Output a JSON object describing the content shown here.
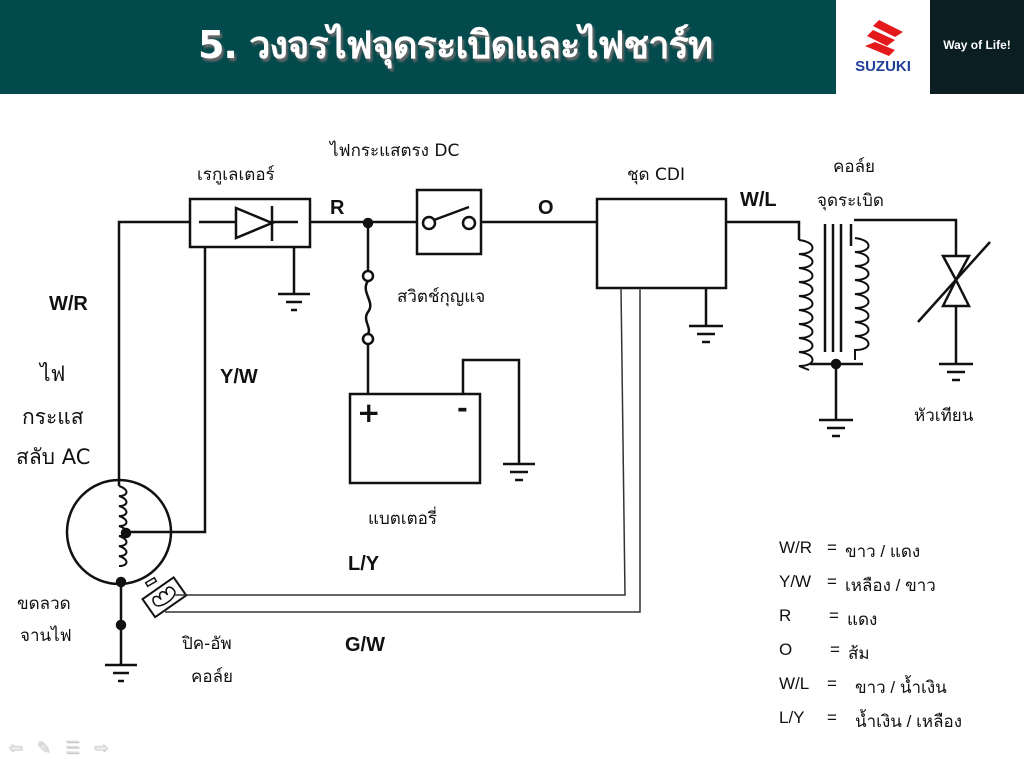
{
  "header": {
    "title": "5. วงจรไฟจุดระเบิดและไฟชาร์ท",
    "brand": "SUZUKI",
    "tagline": "Way of Life!",
    "colors": {
      "header_bg": "#034a4c",
      "brand_red": "#e3191c",
      "brand_blue": "#1f3f9a",
      "tagline_bg": "#0b1e22"
    }
  },
  "diagram": {
    "components": {
      "regulator": "เรกูเลเตอร์",
      "dc_current": "ไฟกระแสตรง DC",
      "key_switch": "สวิตช์กุญแจ",
      "cdi": "ชุด CDI",
      "ignition_coil_line1": "คอล์ย",
      "ignition_coil_line2": "จุดระเบิด",
      "spark_plug": "หัวเทียน",
      "battery": "แบตเตอรี่",
      "battery_plus": "+",
      "battery_minus": "-",
      "ac_line1": "ไฟ",
      "ac_line2": "กระแส",
      "ac_line3": "สลับ AC",
      "stator_line1": "ขดลวด",
      "stator_line2": "จานไฟ",
      "pickup_line1": "ปิค-อัพ",
      "pickup_line2": "คอล์ย"
    },
    "wires": {
      "wr": "W/R",
      "yw": "Y/W",
      "r": "R",
      "o": "O",
      "wl": "W/L",
      "ly": "L/Y",
      "gw": "G/W"
    }
  },
  "legend": [
    {
      "code": "W/R",
      "eq": "=",
      "meaning": "ขาว / แดง"
    },
    {
      "code": "Y/W",
      "eq": "=",
      "meaning": "เหลือง / ขาว"
    },
    {
      "code": "R",
      "eq": "=",
      "meaning": "แดง"
    },
    {
      "code": "O",
      "eq": "=",
      "meaning": "ส้ม"
    },
    {
      "code": "W/L",
      "eq": "=",
      "meaning": "ขาว / น้ำเงิน"
    },
    {
      "code": "L/Y",
      "eq": "=",
      "meaning": "น้ำเงิน / เหลือง"
    }
  ],
  "nav": {
    "prev": "⇦",
    "pen": "✎",
    "menu": "☰",
    "next": "⇨"
  }
}
